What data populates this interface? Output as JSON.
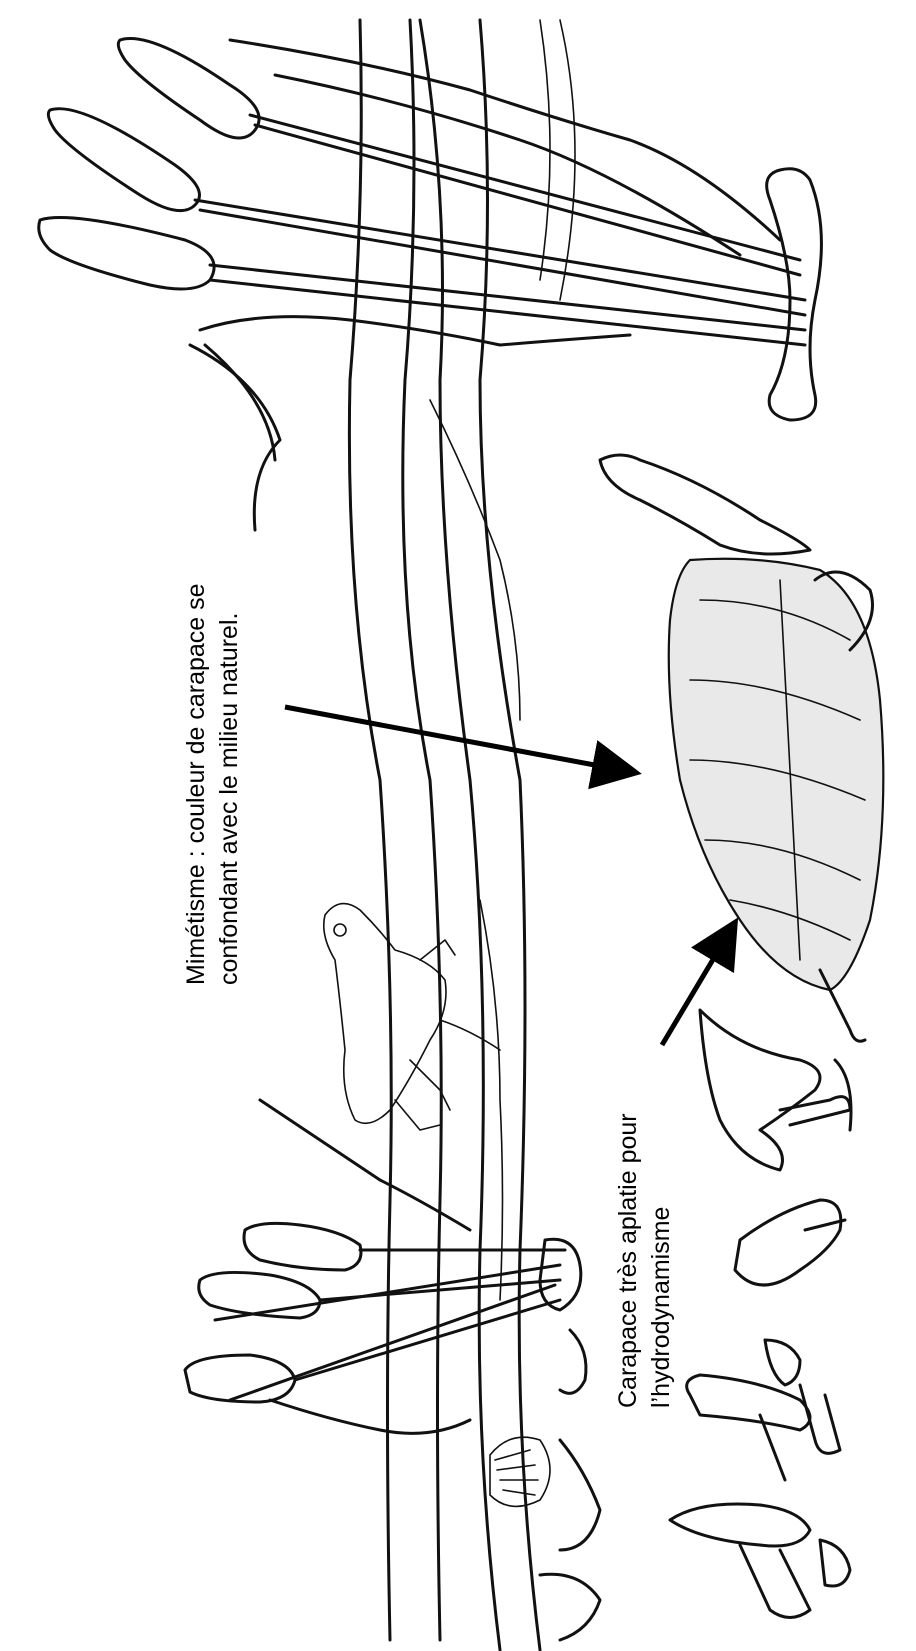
{
  "annotations": {
    "mimetisme": {
      "line1": "Mimétisme : couleur de carapace se",
      "line2": "confondant avec le milieu naturel."
    },
    "carapace": {
      "line1": "Carapace très aplatie pour",
      "line2": "l’hydrodynamisme"
    }
  },
  "illustration": {
    "style": "black line drawing, rotated 90°",
    "elements": [
      "cattail-cluster-top",
      "cattail-cluster-bottom",
      "log-branch",
      "frog",
      "painted-turtle",
      "arrowhead-leaves",
      "water-lily",
      "mushrooms"
    ]
  }
}
